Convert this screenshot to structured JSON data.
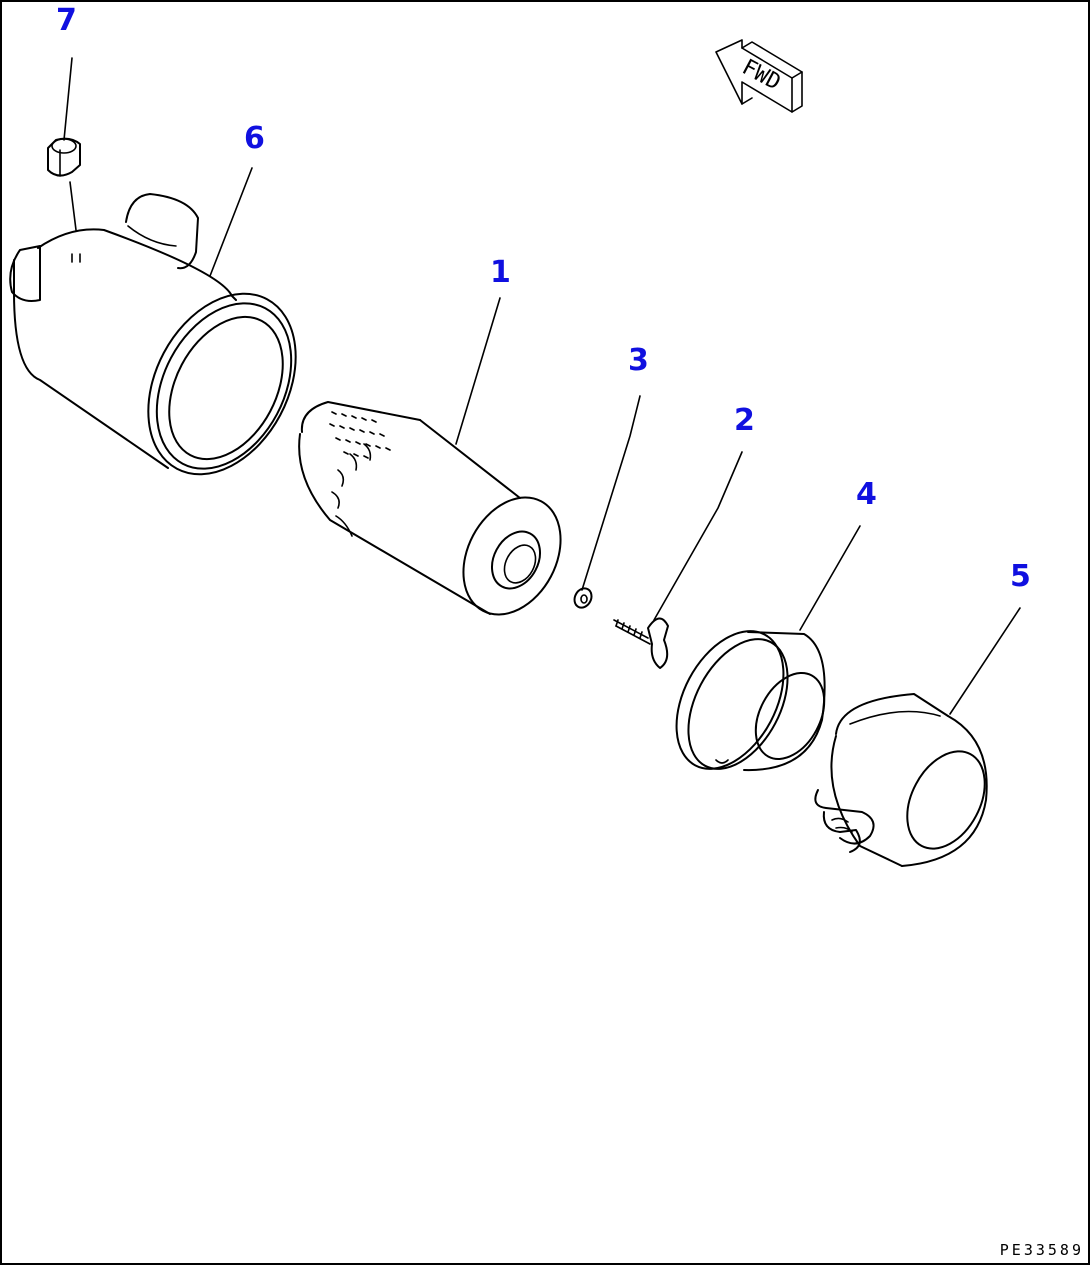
{
  "callouts": [
    {
      "id": "1",
      "label": "1"
    },
    {
      "id": "2",
      "label": "2"
    },
    {
      "id": "3",
      "label": "3"
    },
    {
      "id": "4",
      "label": "4"
    },
    {
      "id": "5",
      "label": "5"
    },
    {
      "id": "6",
      "label": "6"
    },
    {
      "id": "7",
      "label": "7"
    }
  ],
  "direction_arrow": {
    "label": "FWD",
    "icon": "fwd-arrow-icon"
  },
  "drawing_code": "PE33589",
  "colors": {
    "callout": "#1010e0",
    "line": "#000000",
    "background": "#ffffff"
  }
}
